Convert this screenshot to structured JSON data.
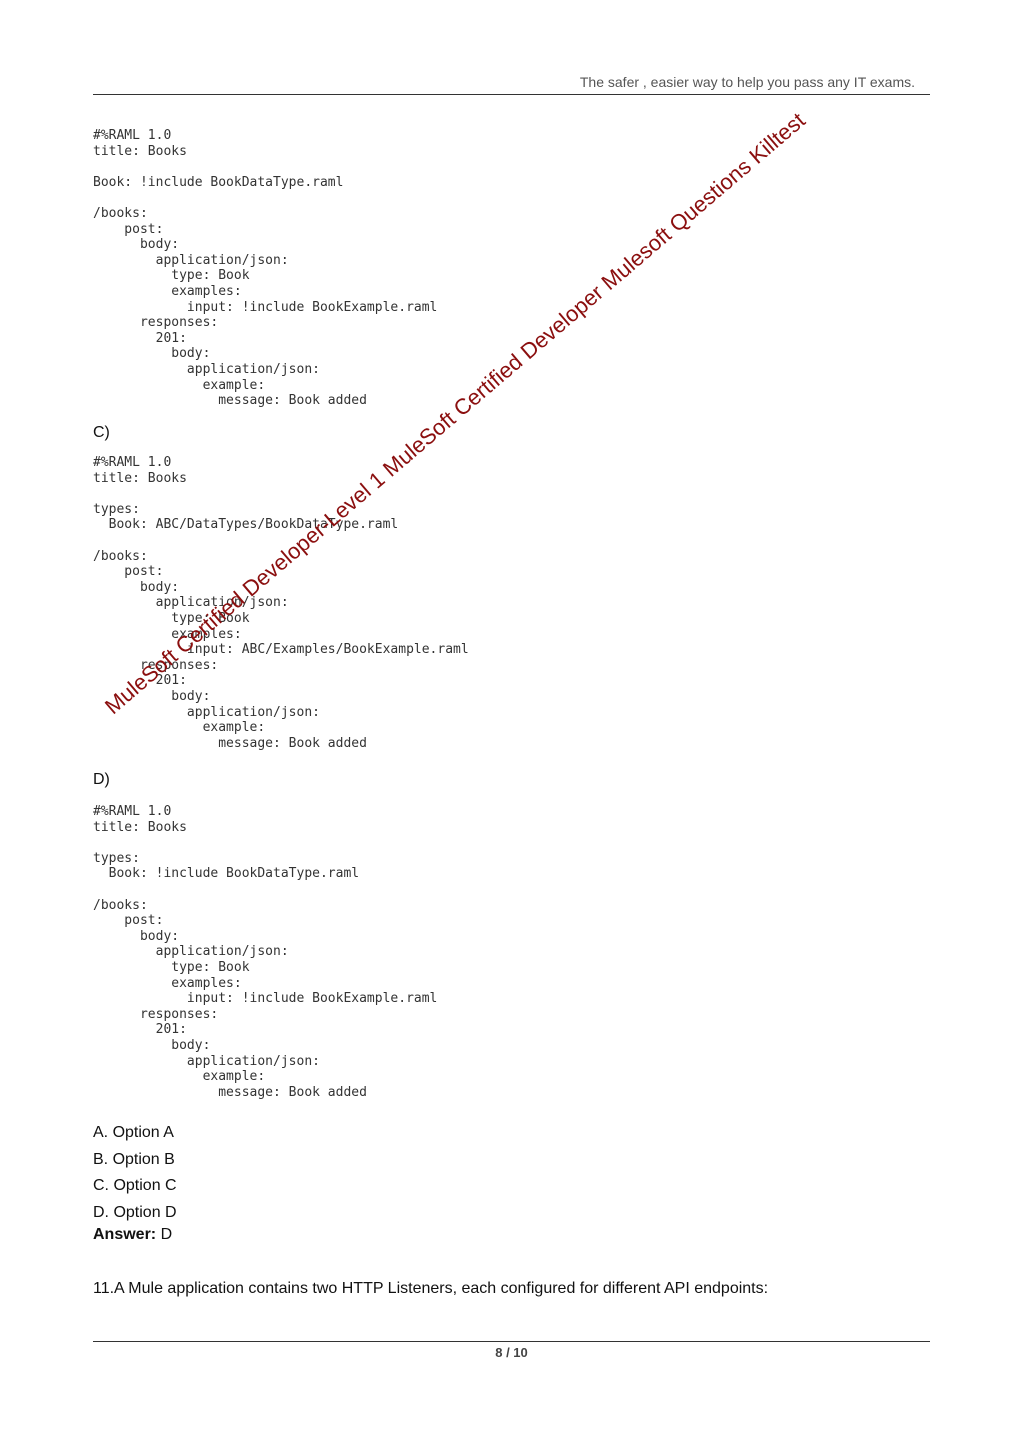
{
  "header": {
    "tagline": "The safer , easier way to help you pass any IT exams."
  },
  "code_b": [
    "#%RAML 1.0",
    "title: Books",
    "",
    "Book: !include BookDataType.raml",
    "",
    "/books:",
    "    post:",
    "      body:",
    "        application/json:",
    "          type: Book",
    "          examples:",
    "            input: !include BookExample.raml",
    "      responses:",
    "        201:",
    "          body:",
    "            application/json:",
    "              example:",
    "                message: Book added"
  ],
  "option_c_label": "C)",
  "code_c": [
    "#%RAML 1.0",
    "title: Books",
    "",
    "types:",
    "  Book: ABC/DataTypes/BookDataType.raml",
    "",
    "/books:",
    "    post:",
    "      body:",
    "        application/json:",
    "          type: Book",
    "          examples:",
    "            input: ABC/Examples/BookExample.raml",
    "      responses:",
    "        201:",
    "          body:",
    "            application/json:",
    "              example:",
    "                message: Book added"
  ],
  "option_d_label": "D)",
  "code_d": [
    "#%RAML 1.0",
    "title: Books",
    "",
    "types:",
    "  Book: !include BookDataType.raml",
    "",
    "/books:",
    "    post:",
    "      body:",
    "        application/json:",
    "          type: Book",
    "          examples:",
    "            input: !include BookExample.raml",
    "      responses:",
    "        201:",
    "          body:",
    "            application/json:",
    "              example:",
    "                message: Book added"
  ],
  "choices": [
    "A. Option A",
    "B. Option B",
    "C. Option C",
    "D. Option D"
  ],
  "answer": {
    "label": "Answer:",
    "value": " D"
  },
  "next_question": "11.A Mule application contains two HTTP Listeners, each configured for different API endpoints:",
  "watermark": "MuleSoft Certified Developer-Level 1 MuleSoft Certified Developer Mulesoft Questions Killtest",
  "footer": {
    "page": "8",
    "sep": " / ",
    "total": "10"
  }
}
